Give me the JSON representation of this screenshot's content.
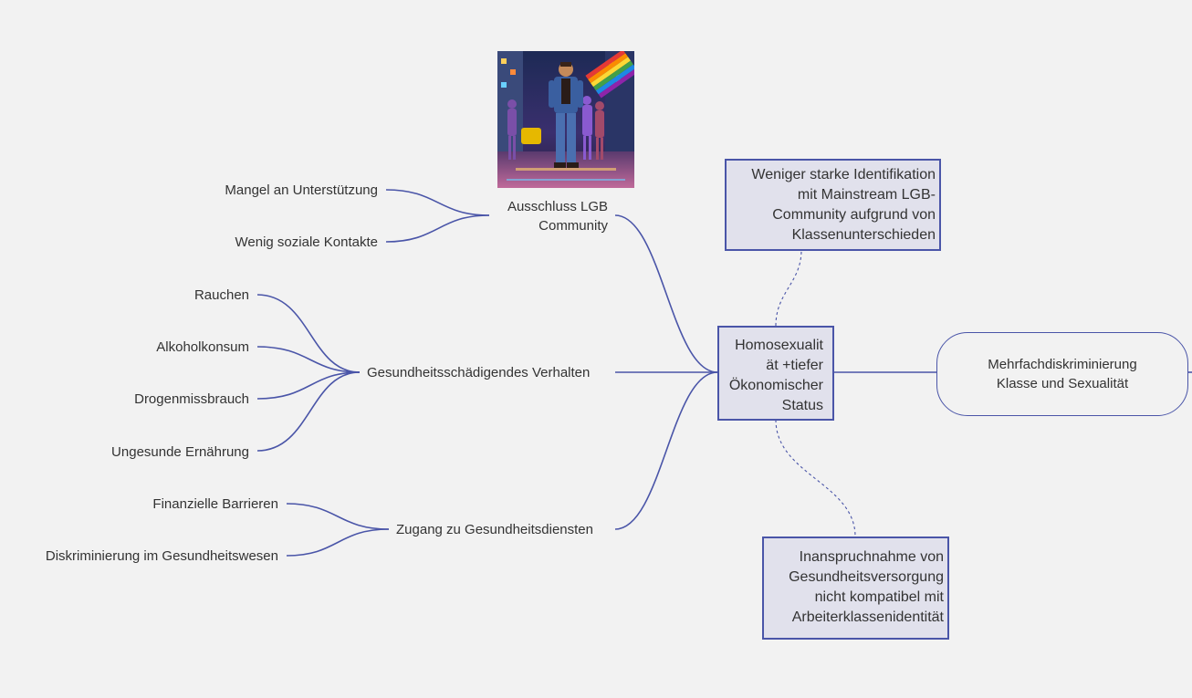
{
  "center": {
    "text": "Homosexualit\nät +tiefer\nÖkonomischer\nStatus"
  },
  "right": {
    "text": "Mehrfachdiskriminierung\nKlasse und Sexualität"
  },
  "note_top": {
    "text": "Weniger starke Identifikation\nmit Mainstream LGB-\nCommunity aufgrund von\nKlassenunterschieden"
  },
  "note_bottom": {
    "text": "Inanspruchnahme von\nGesundheitsversorgung\nnicht kompatibel mit\nArbeiterklassenidentität"
  },
  "branches": [
    {
      "label": "Ausschluss LGB\nCommunity",
      "children": [
        "Mangel an Unterstützung",
        "Wenig soziale Kontakte"
      ]
    },
    {
      "label": "Gesundheitsschädigendes Verhalten",
      "children": [
        "Rauchen",
        "Alkoholkonsum",
        "Drogenmissbrauch",
        "Ungesunde Ernährung"
      ]
    },
    {
      "label": "Zugang zu Gesundheitsdiensten",
      "children": [
        "Finanzielle Barrieren",
        "Diskriminierung im Gesundheitswesen"
      ]
    }
  ],
  "colors": {
    "line": "#4a55a8",
    "box_fill": "#e1e1ec",
    "background": "#f2f2f2"
  },
  "image": {
    "icon": "lgb-street-illustration"
  }
}
